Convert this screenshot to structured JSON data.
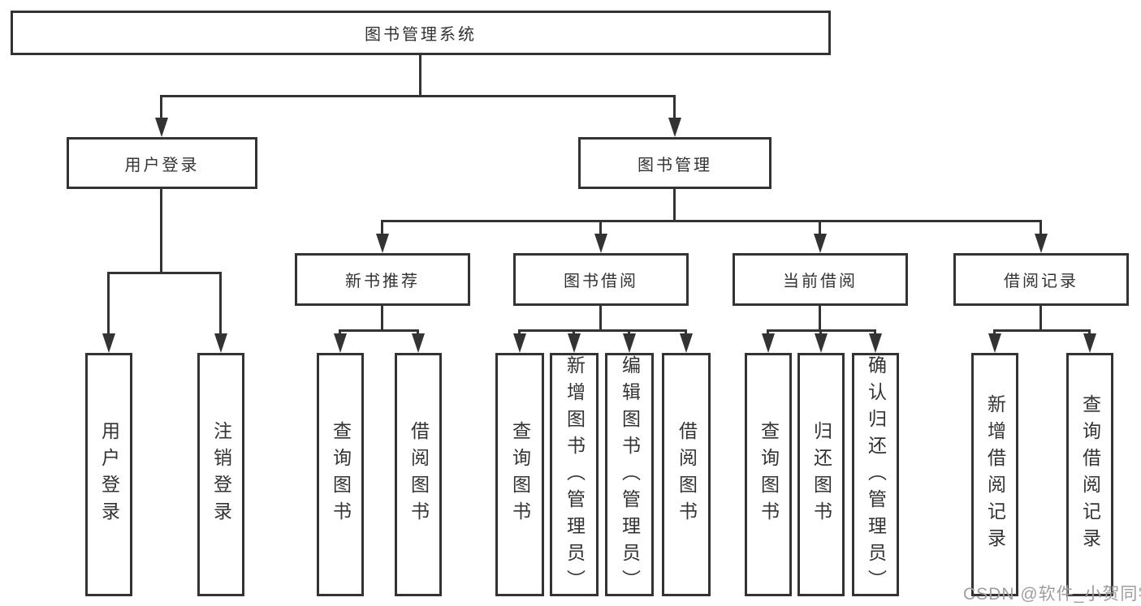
{
  "tree": {
    "root": {
      "label": "图书管理系统"
    },
    "branches": [
      {
        "label": "用户登录",
        "children": [
          {
            "label": "用户登录"
          },
          {
            "label": "注销登录"
          }
        ]
      },
      {
        "label": "图书管理",
        "children": [
          {
            "label": "新书推荐",
            "children": [
              {
                "label": "查询图书"
              },
              {
                "label": "借阅图书"
              }
            ]
          },
          {
            "label": "图书借阅",
            "children": [
              {
                "label": "查询图书"
              },
              {
                "label": "新增图书（管理员）"
              },
              {
                "label": "编辑图书（管理员）"
              },
              {
                "label": "借阅图书"
              }
            ]
          },
          {
            "label": "当前借阅",
            "children": [
              {
                "label": "查询图书"
              },
              {
                "label": "归还图书"
              },
              {
                "label": "确认归还（管理员）"
              }
            ]
          },
          {
            "label": "借阅记录",
            "children": [
              {
                "label": "新增借阅记录"
              },
              {
                "label": "查询借阅记录"
              }
            ]
          }
        ]
      }
    ]
  },
  "watermark": {
    "text": "CSDN @软件_小贺同学"
  },
  "colors": {
    "line": "#333333",
    "text": "#333333",
    "box_background": "#ffffff",
    "page_background": "#ffffff",
    "watermark": "#9e9e9e"
  }
}
